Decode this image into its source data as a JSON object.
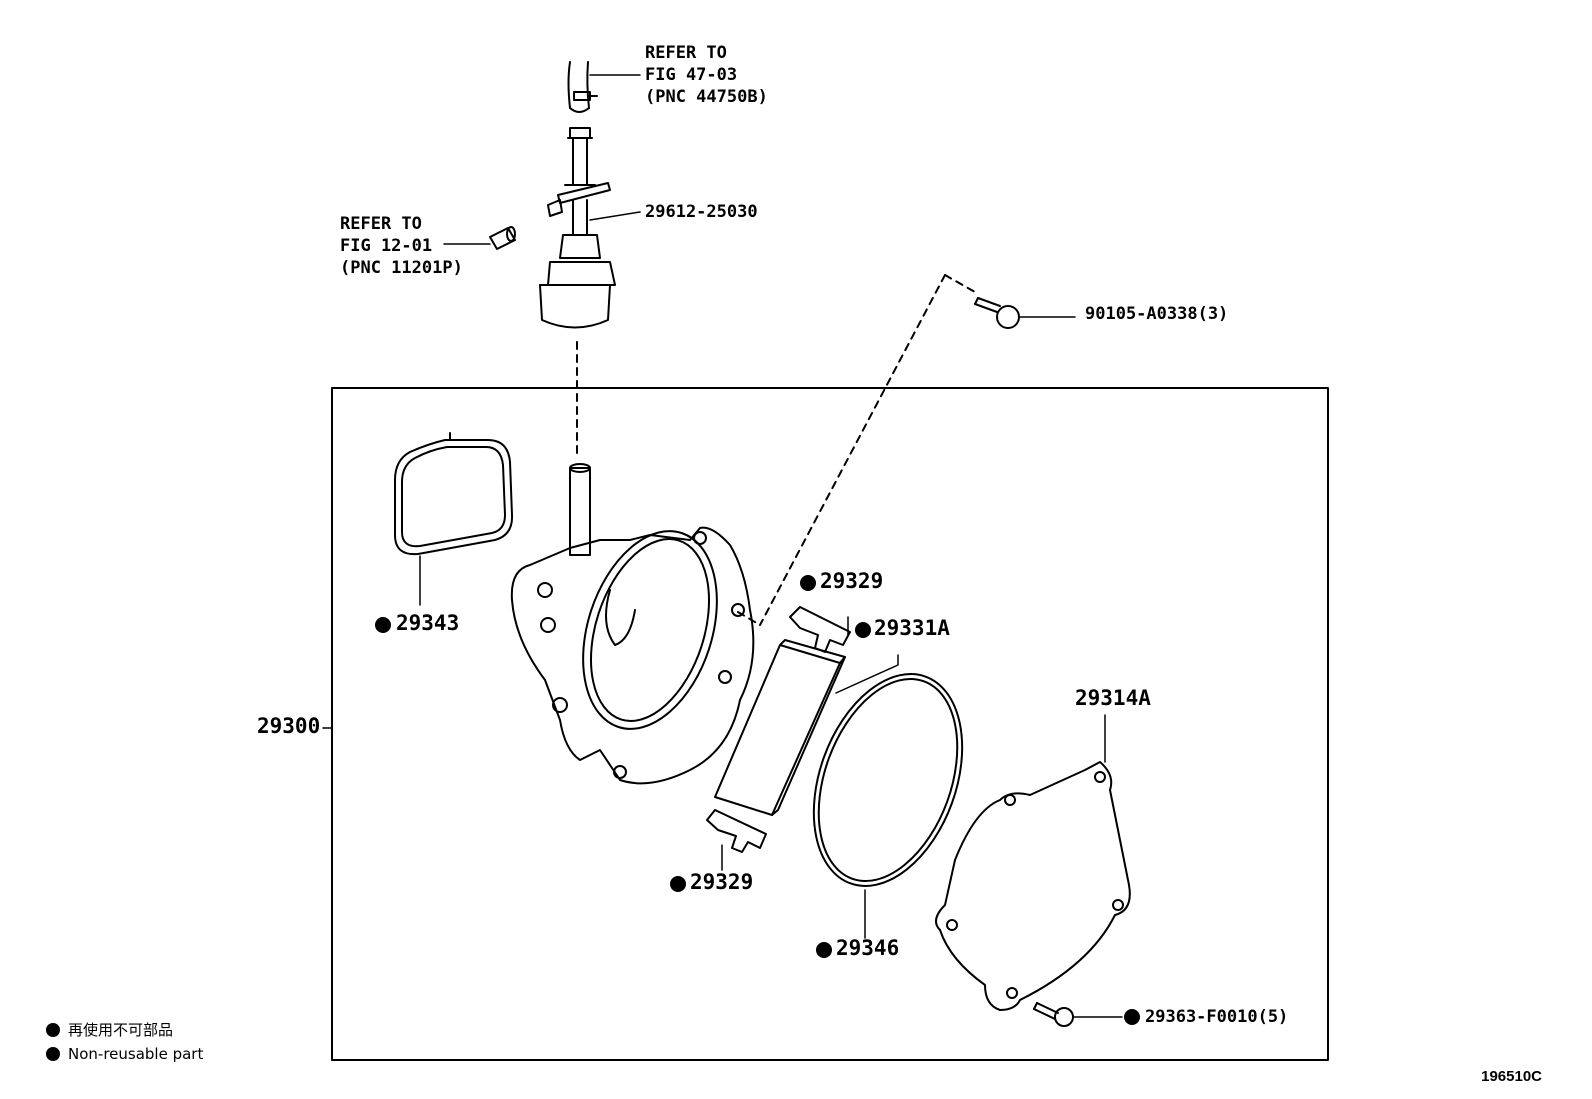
{
  "callouts": {
    "refer_47_line1": "REFER TO",
    "refer_47_line2": "FIG 47-03",
    "refer_47_line3": "(PNC 44750B)",
    "refer_12_line1": "REFER TO",
    "refer_12_line2": "FIG 12-01",
    "refer_12_line3": "(PNC 11201P)",
    "part_29612": "29612-25030",
    "part_90105": "90105-A0338(3)",
    "part_29300": "29300",
    "part_29343": "29343",
    "part_29329_top": "29329",
    "part_29331A": "29331A",
    "part_29314A": "29314A",
    "part_29329_bottom": "29329",
    "part_29346": "29346",
    "part_29363": "29363-F0010(5)"
  },
  "legend": {
    "japanese": "再使用不可部品",
    "english": "Non-reusable part"
  },
  "figure_code": "196510C"
}
